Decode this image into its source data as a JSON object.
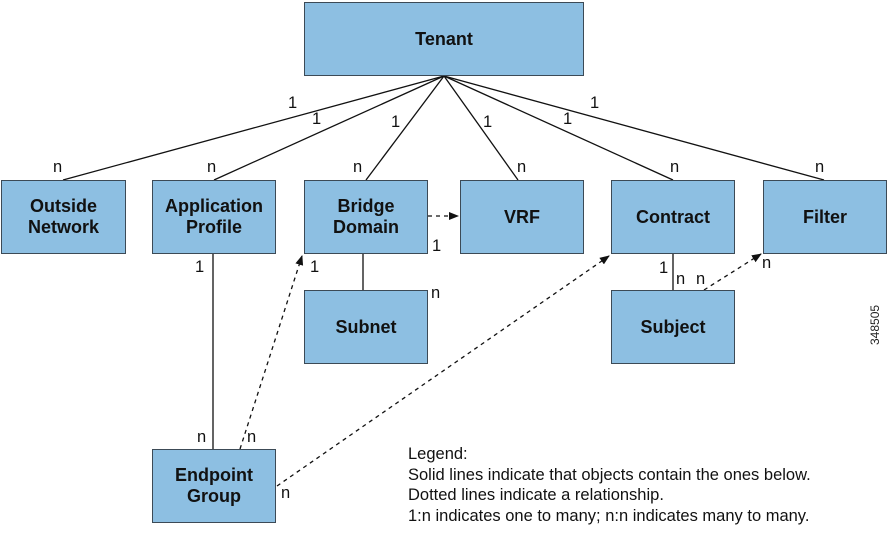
{
  "nodes": {
    "tenant": "Tenant",
    "outside_network": "Outside\nNetwork",
    "application_profile": "Application\nProfile",
    "bridge_domain": "Bridge\nDomain",
    "vrf": "VRF",
    "contract": "Contract",
    "filter": "Filter",
    "subnet": "Subnet",
    "subject": "Subject",
    "endpoint_group": "Endpoint\nGroup"
  },
  "cardinality": {
    "one": "1",
    "many": "n"
  },
  "legend": {
    "title": "Legend:",
    "line1": "Solid lines indicate that objects contain the ones below.",
    "line2": "Dotted lines indicate a relationship.",
    "line3": "1:n indicates one to many; n:n indicates many to many."
  },
  "figure_id": "348505",
  "colors": {
    "node_fill": "#8dbfe2",
    "node_border": "#3c4a56",
    "line": "#111111"
  }
}
